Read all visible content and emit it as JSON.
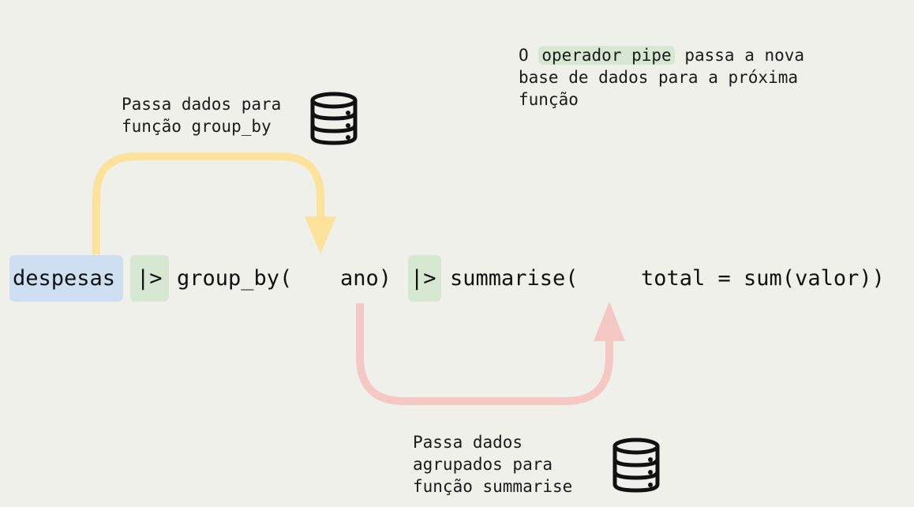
{
  "colors": {
    "background": "#f0f0eb",
    "object_highlight": "#cddff0",
    "pipe_highlight": "#d6e7d2",
    "arrow_top": "#fde29c",
    "arrow_bottom": "#f6c8c4"
  },
  "note_pipe": {
    "prefix": "O",
    "highlight": "operador pipe",
    "suffix": "passa a nova",
    "line2": "base de dados para a próxima",
    "line3": "função"
  },
  "note_top": {
    "line1": "Passa dados para",
    "line2": "função group_by"
  },
  "note_bottom": {
    "line1": "Passa dados",
    "line2": "agrupados para",
    "line3": "função summarise"
  },
  "code": {
    "object": "despesas",
    "pipe1": "|>",
    "func1": "group_by(",
    "arg1": "ano)",
    "pipe2": "|>",
    "func2": "summarise(",
    "arg2": "total = sum(valor))"
  },
  "icons": {
    "top": "database-icon",
    "bottom": "database-icon"
  }
}
